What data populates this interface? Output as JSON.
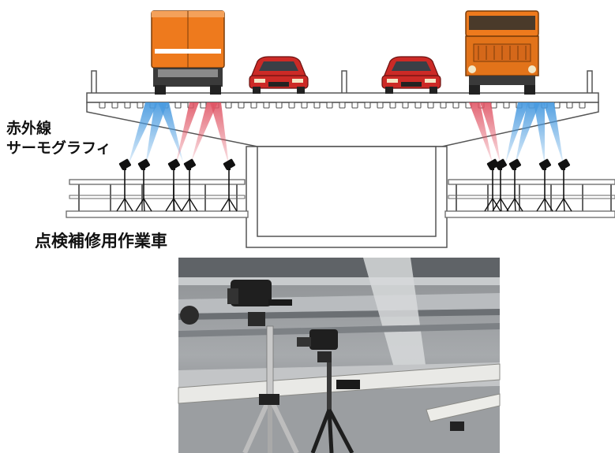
{
  "labels": {
    "infrared_line1": "赤外線",
    "infrared_line2": "サーモグラフィ",
    "vehicle": "点検補修用作業車"
  },
  "colors": {
    "truck_orange": "#ee7a1d",
    "car_red": "#cc2a26",
    "beam_blue": "#4a9be0",
    "beam_red": "#e05565",
    "outline": "#555555"
  },
  "icons": [
    "truck-icon",
    "car-icon",
    "camera-icon",
    "tripod-icon"
  ]
}
